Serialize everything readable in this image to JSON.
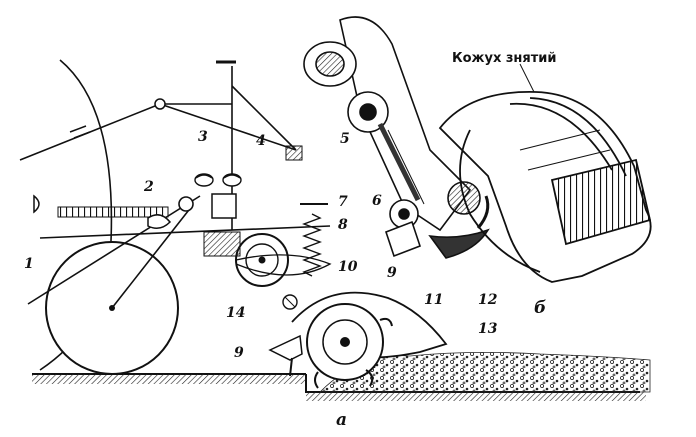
{
  "diagram": {
    "callouts": [
      "1",
      "2",
      "3",
      "4",
      "5",
      "6",
      "7",
      "8",
      "9",
      "10",
      "11",
      "12",
      "13",
      "14",
      "9"
    ],
    "cover_caption": "Кожух знятий",
    "subfigure_a": "а",
    "subfigure_b": "б"
  },
  "colors": {
    "ink": "#1a1a1a",
    "paper": "#ffffff",
    "shade": "#3a3a3a"
  }
}
